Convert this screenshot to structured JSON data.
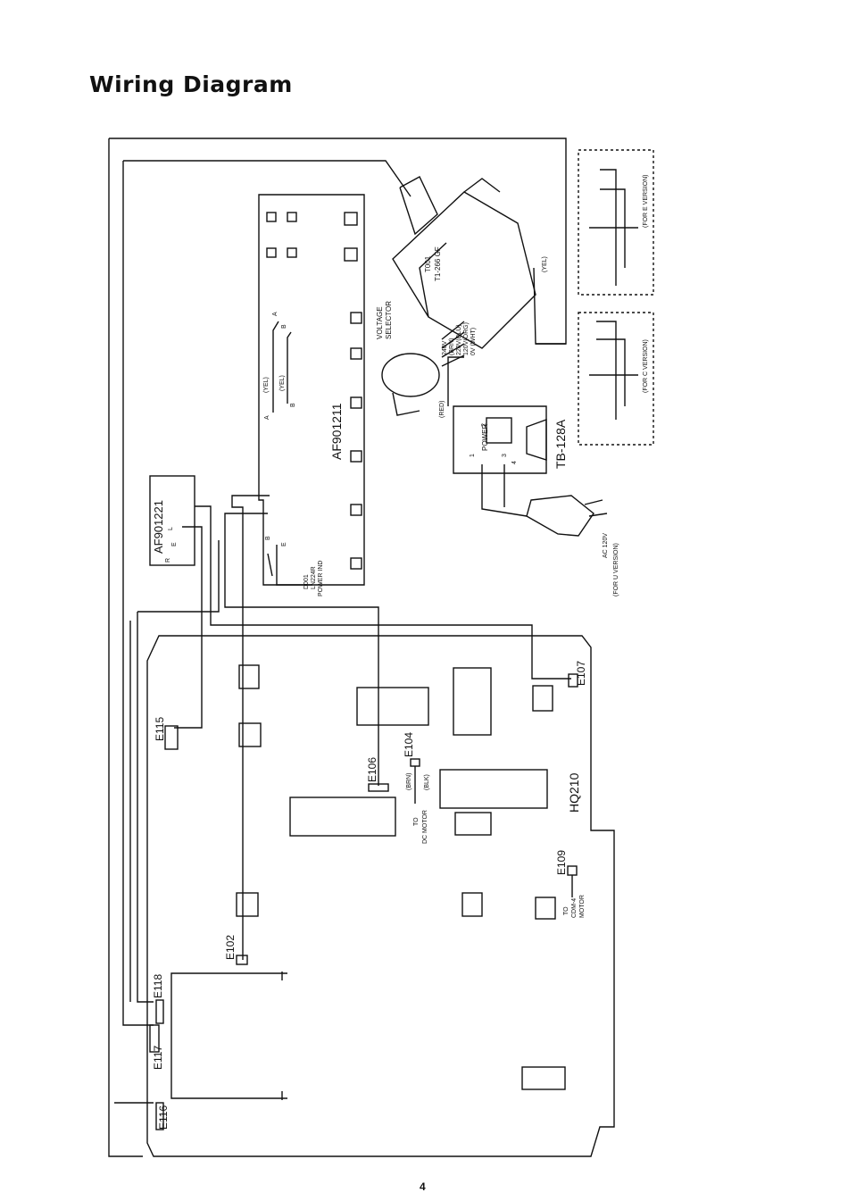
{
  "title": "Wiring Diagram",
  "page_number": "4",
  "labels": {
    "af901211": "AF901211",
    "af901221": "AF901221",
    "tb128a": "TB-128A",
    "power": "POWER",
    "transformer_ref": "T001",
    "transformer_part": "T1-266 GF",
    "voltage_selector_1": "VOLTAGE",
    "voltage_selector_2": "SELECTOR",
    "tap_240": "240V",
    "tap_brn": "(BRN)",
    "tap_220": "220V(BLU)",
    "tap_120": "120V(ORG)",
    "tap_0": "0V (WHT)",
    "yel_right": "(YEL)",
    "red": "(RED)",
    "yel_a": "(YEL)",
    "yel_b": "(YEL)",
    "pt_a1": "A",
    "pt_a2": "A",
    "pt_b1": "B",
    "pt_b2": "B",
    "d001": "D001",
    "ln224r": "LN224R",
    "power_ind": "POWER IND",
    "ac120": "AC 120V",
    "for_u": "(FOR U VERSION)",
    "for_c": "(FOR C VERSION)",
    "for_e": "(FOR E VERSION)",
    "pin_r": "R",
    "pin_e": "E",
    "pin_l": "L",
    "pin_b": "B",
    "pin_e2": "E",
    "sw1": "1",
    "sw2": "2",
    "sw3": "3",
    "sw4": "4",
    "e102": "E102",
    "e104": "E104",
    "e106": "E106",
    "e107": "E107",
    "e109": "E109",
    "e115": "E115",
    "e116": "E116",
    "e117": "E117",
    "e118": "E118",
    "hq210": "HQ210",
    "brn": "(BRN)",
    "blk": "(BLK)",
    "to1": "TO",
    "dc_motor": "DC MOTOR",
    "to2": "TO",
    "cdm4": "CDM-4",
    "motor": "MOTOR"
  }
}
